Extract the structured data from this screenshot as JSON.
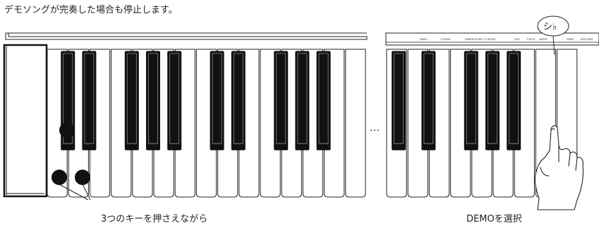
{
  "instruction_text": "デモソングが完奏した場合も停止します。",
  "left_caption": "3つのキーを押さえながら",
  "right_caption": "DEMOを選択",
  "ellipsis": "…",
  "note_label": "シ♭",
  "panel_labels": [
    "PIANO",
    "E.PIANO",
    "HARPSICHORD",
    "E.ORGAN",
    "DOG",
    "TOUCH",
    "SWEEP",
    "DEMO",
    "APPLAUSE"
  ]
}
